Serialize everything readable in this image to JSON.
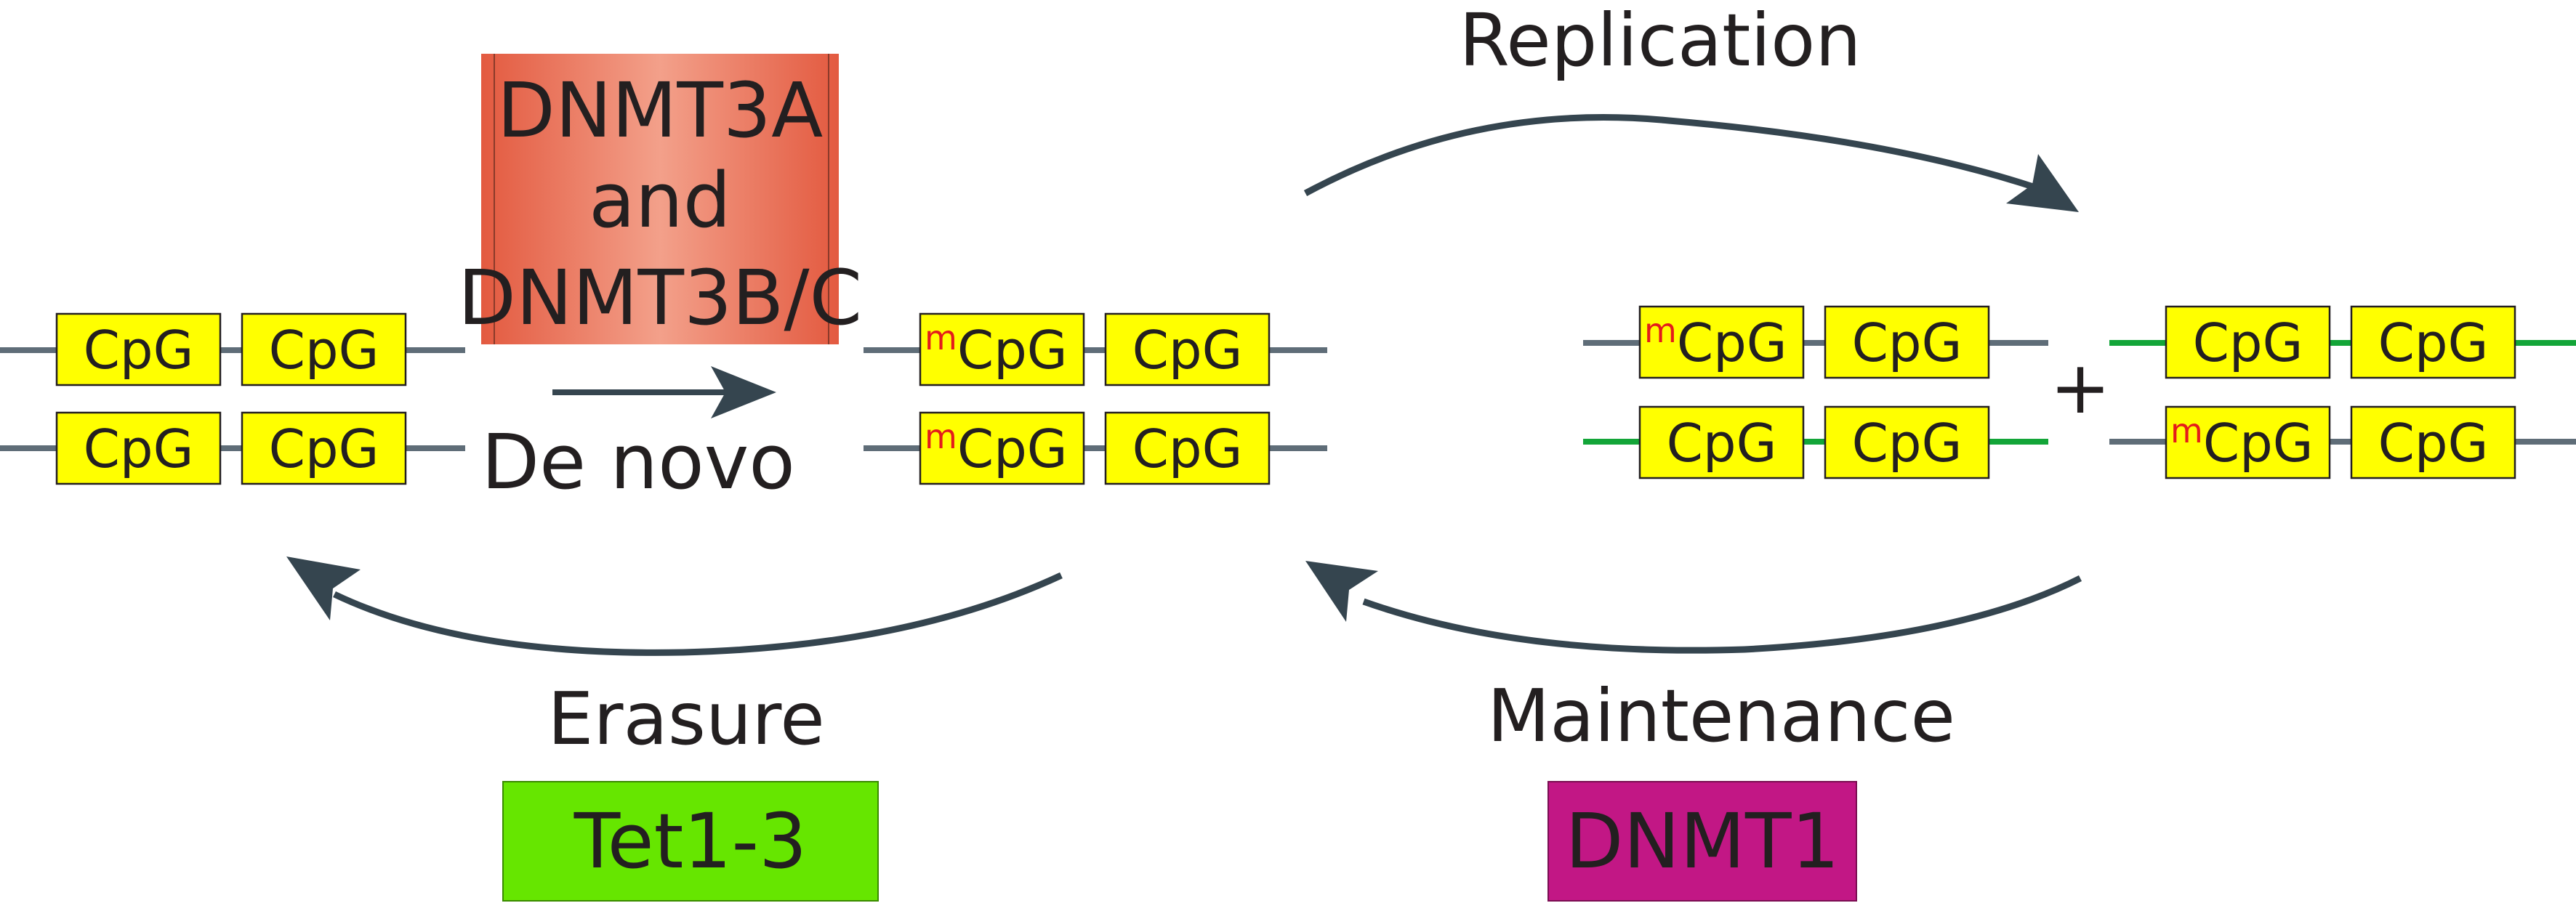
{
  "labels": {
    "replication": "Replication",
    "de_novo": "De novo",
    "erasure": "Erasure",
    "maintenance": "Maintenance",
    "plus": "+"
  },
  "enzymes": {
    "dnmt3_line1": "DNMT3A",
    "dnmt3_line2": "and",
    "dnmt3_line3": "DNMT3B/C",
    "tet": "Tet1-3",
    "dnmt1": "DNMT1"
  },
  "site": {
    "text": "CpG",
    "methyl_mark": "m"
  },
  "colors": {
    "cpg_box": "#ffff00",
    "parent_strand": "#5f6d78",
    "new_strand": "#13a538",
    "arrow": "#35454f",
    "dnmt3_box": "#ea7058",
    "tet_box": "#66e600",
    "dnmt1_box": "#c21785",
    "methyl_mark": "#e41b1b"
  }
}
